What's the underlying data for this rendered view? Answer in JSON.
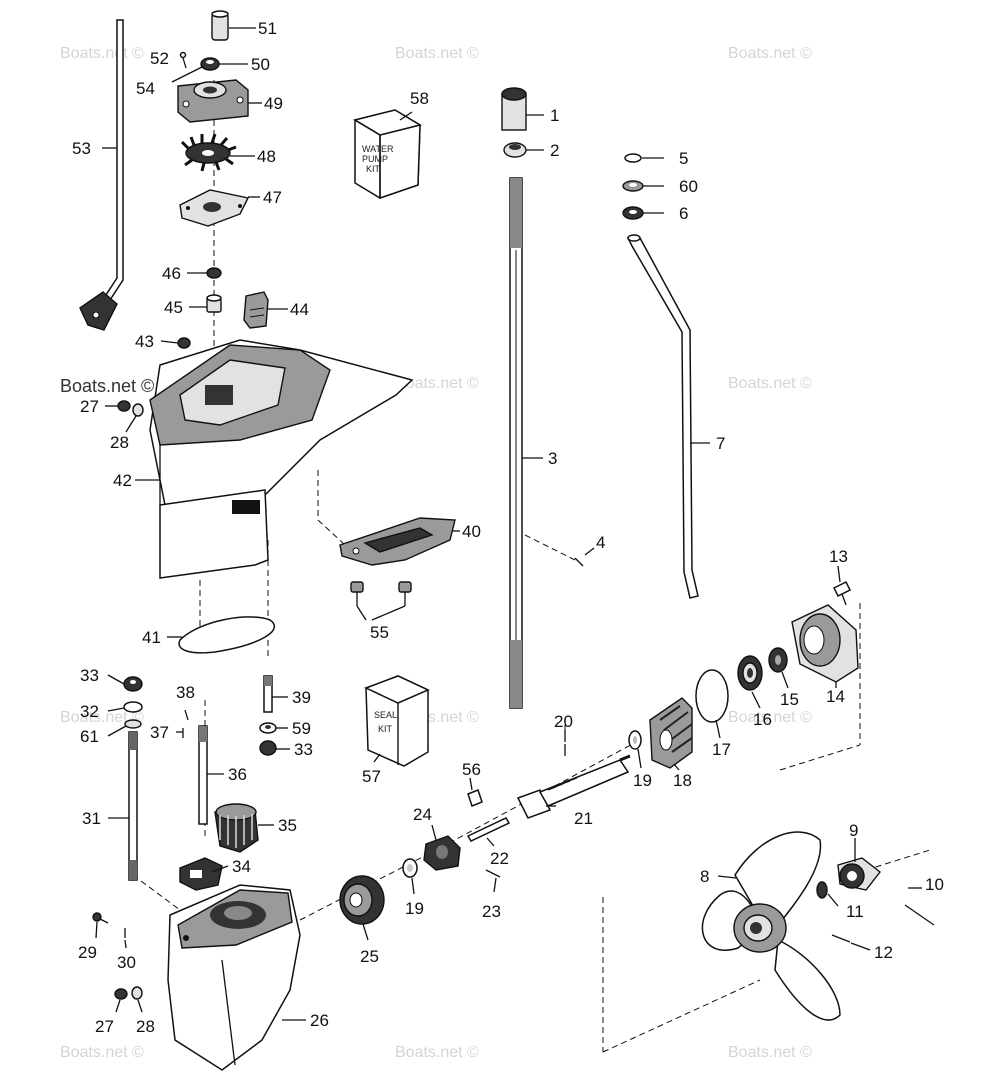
{
  "watermark_text": "Boats.net ©",
  "kits": {
    "water_pump_kit": [
      "WATER",
      "PUMP",
      "KIT"
    ],
    "seal_kit": [
      "SEAL",
      "KIT"
    ]
  },
  "labels": {
    "p1": "1",
    "p2": "2",
    "p3": "3",
    "p4": "4",
    "p5": "5",
    "p6": "6",
    "p7": "7",
    "p8": "8",
    "p9": "9",
    "p10": "10",
    "p11": "11",
    "p12": "12",
    "p13": "13",
    "p14": "14",
    "p15": "15",
    "p16": "16",
    "p17": "17",
    "p18": "18",
    "p19a": "19",
    "p19b": "19",
    "p20": "20",
    "p21": "21",
    "p22": "22",
    "p23": "23",
    "p24": "24",
    "p25": "25",
    "p26": "26",
    "p27a": "27",
    "p27b": "27",
    "p28a": "28",
    "p28b": "28",
    "p29": "29",
    "p30": "30",
    "p31": "31",
    "p32": "32",
    "p33a": "33",
    "p33b": "33",
    "p34": "34",
    "p35": "35",
    "p36": "36",
    "p37": "37",
    "p38": "38",
    "p39": "39",
    "p40": "40",
    "p41": "41",
    "p42": "42",
    "p43": "43",
    "p44": "44",
    "p45": "45",
    "p46": "46",
    "p47": "47",
    "p48": "48",
    "p49": "49",
    "p50": "50",
    "p51": "51",
    "p52": "52",
    "p53": "53",
    "p54": "54",
    "p55": "55",
    "p56": "56",
    "p57": "57",
    "p58": "58",
    "p59": "59",
    "p60": "60",
    "p61": "61"
  }
}
